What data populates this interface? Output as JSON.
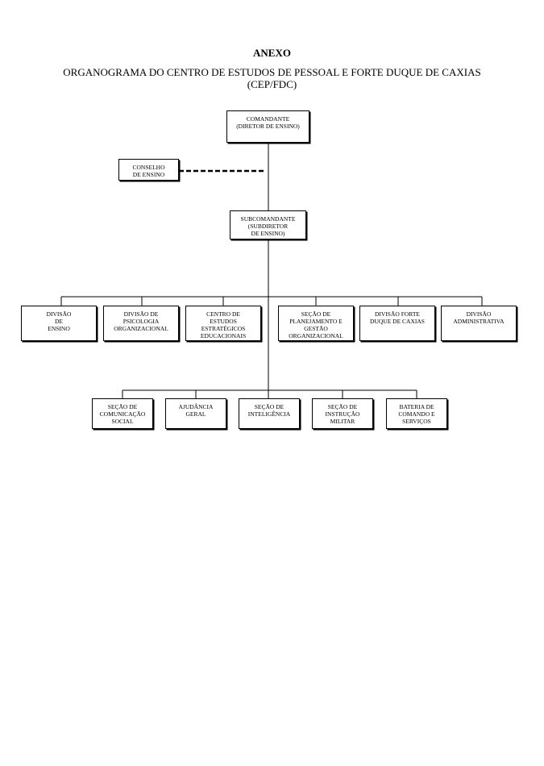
{
  "header": {
    "annex": "ANEXO",
    "title": "ORGANOGRAMA DO CENTRO DE ESTUDOS DE PESSOAL E FORTE DUQUE DE CAXIAS",
    "subtitle": "(CEP/FDC)"
  },
  "nodes": {
    "comandante": "COMANDANTE\n(DIRETOR DE  ENSINO)",
    "conselho": "CONSELHO\nDE ENSINO",
    "subcomandante": "SUBCOMANDANTE\n(SUBDIRETOR\nDE  ENSINO)",
    "divisao_ensino": "DIVISÃO\nDE\nENSINO",
    "divisao_psicologia": "DIVISÃO DE\nPSICOLOGIA\nORGANIZACIONAL",
    "centro_estudos": "CENTRO DE\nESTUDOS\nESTRATÉGICOS\nEDUCACIONAIS",
    "secao_planejamento": "SEÇÃO DE\nPLANEJAMENTO E\nGESTÃO\nORGANIZACIONAL",
    "divisao_forte": "DIVISÃO FORTE\nDUQUE DE CAXIAS",
    "divisao_administrativa": "DIVISÃO\nADMINISTRATIVA",
    "secao_comunicacao": "SEÇÃO DE\nCOMUNICAÇÃO\nSOCIAL",
    "ajudancia": "AJUDÂNCIA\nGERAL",
    "secao_inteligencia": "SEÇÃO DE\nINTELIGÊNCIA",
    "secao_instrucao": "SEÇÃO DE\nINSTRUÇÃO\nMILITAR",
    "bateria": "BATERIA DE\nCOMANDO E\nSERVIÇOS"
  }
}
